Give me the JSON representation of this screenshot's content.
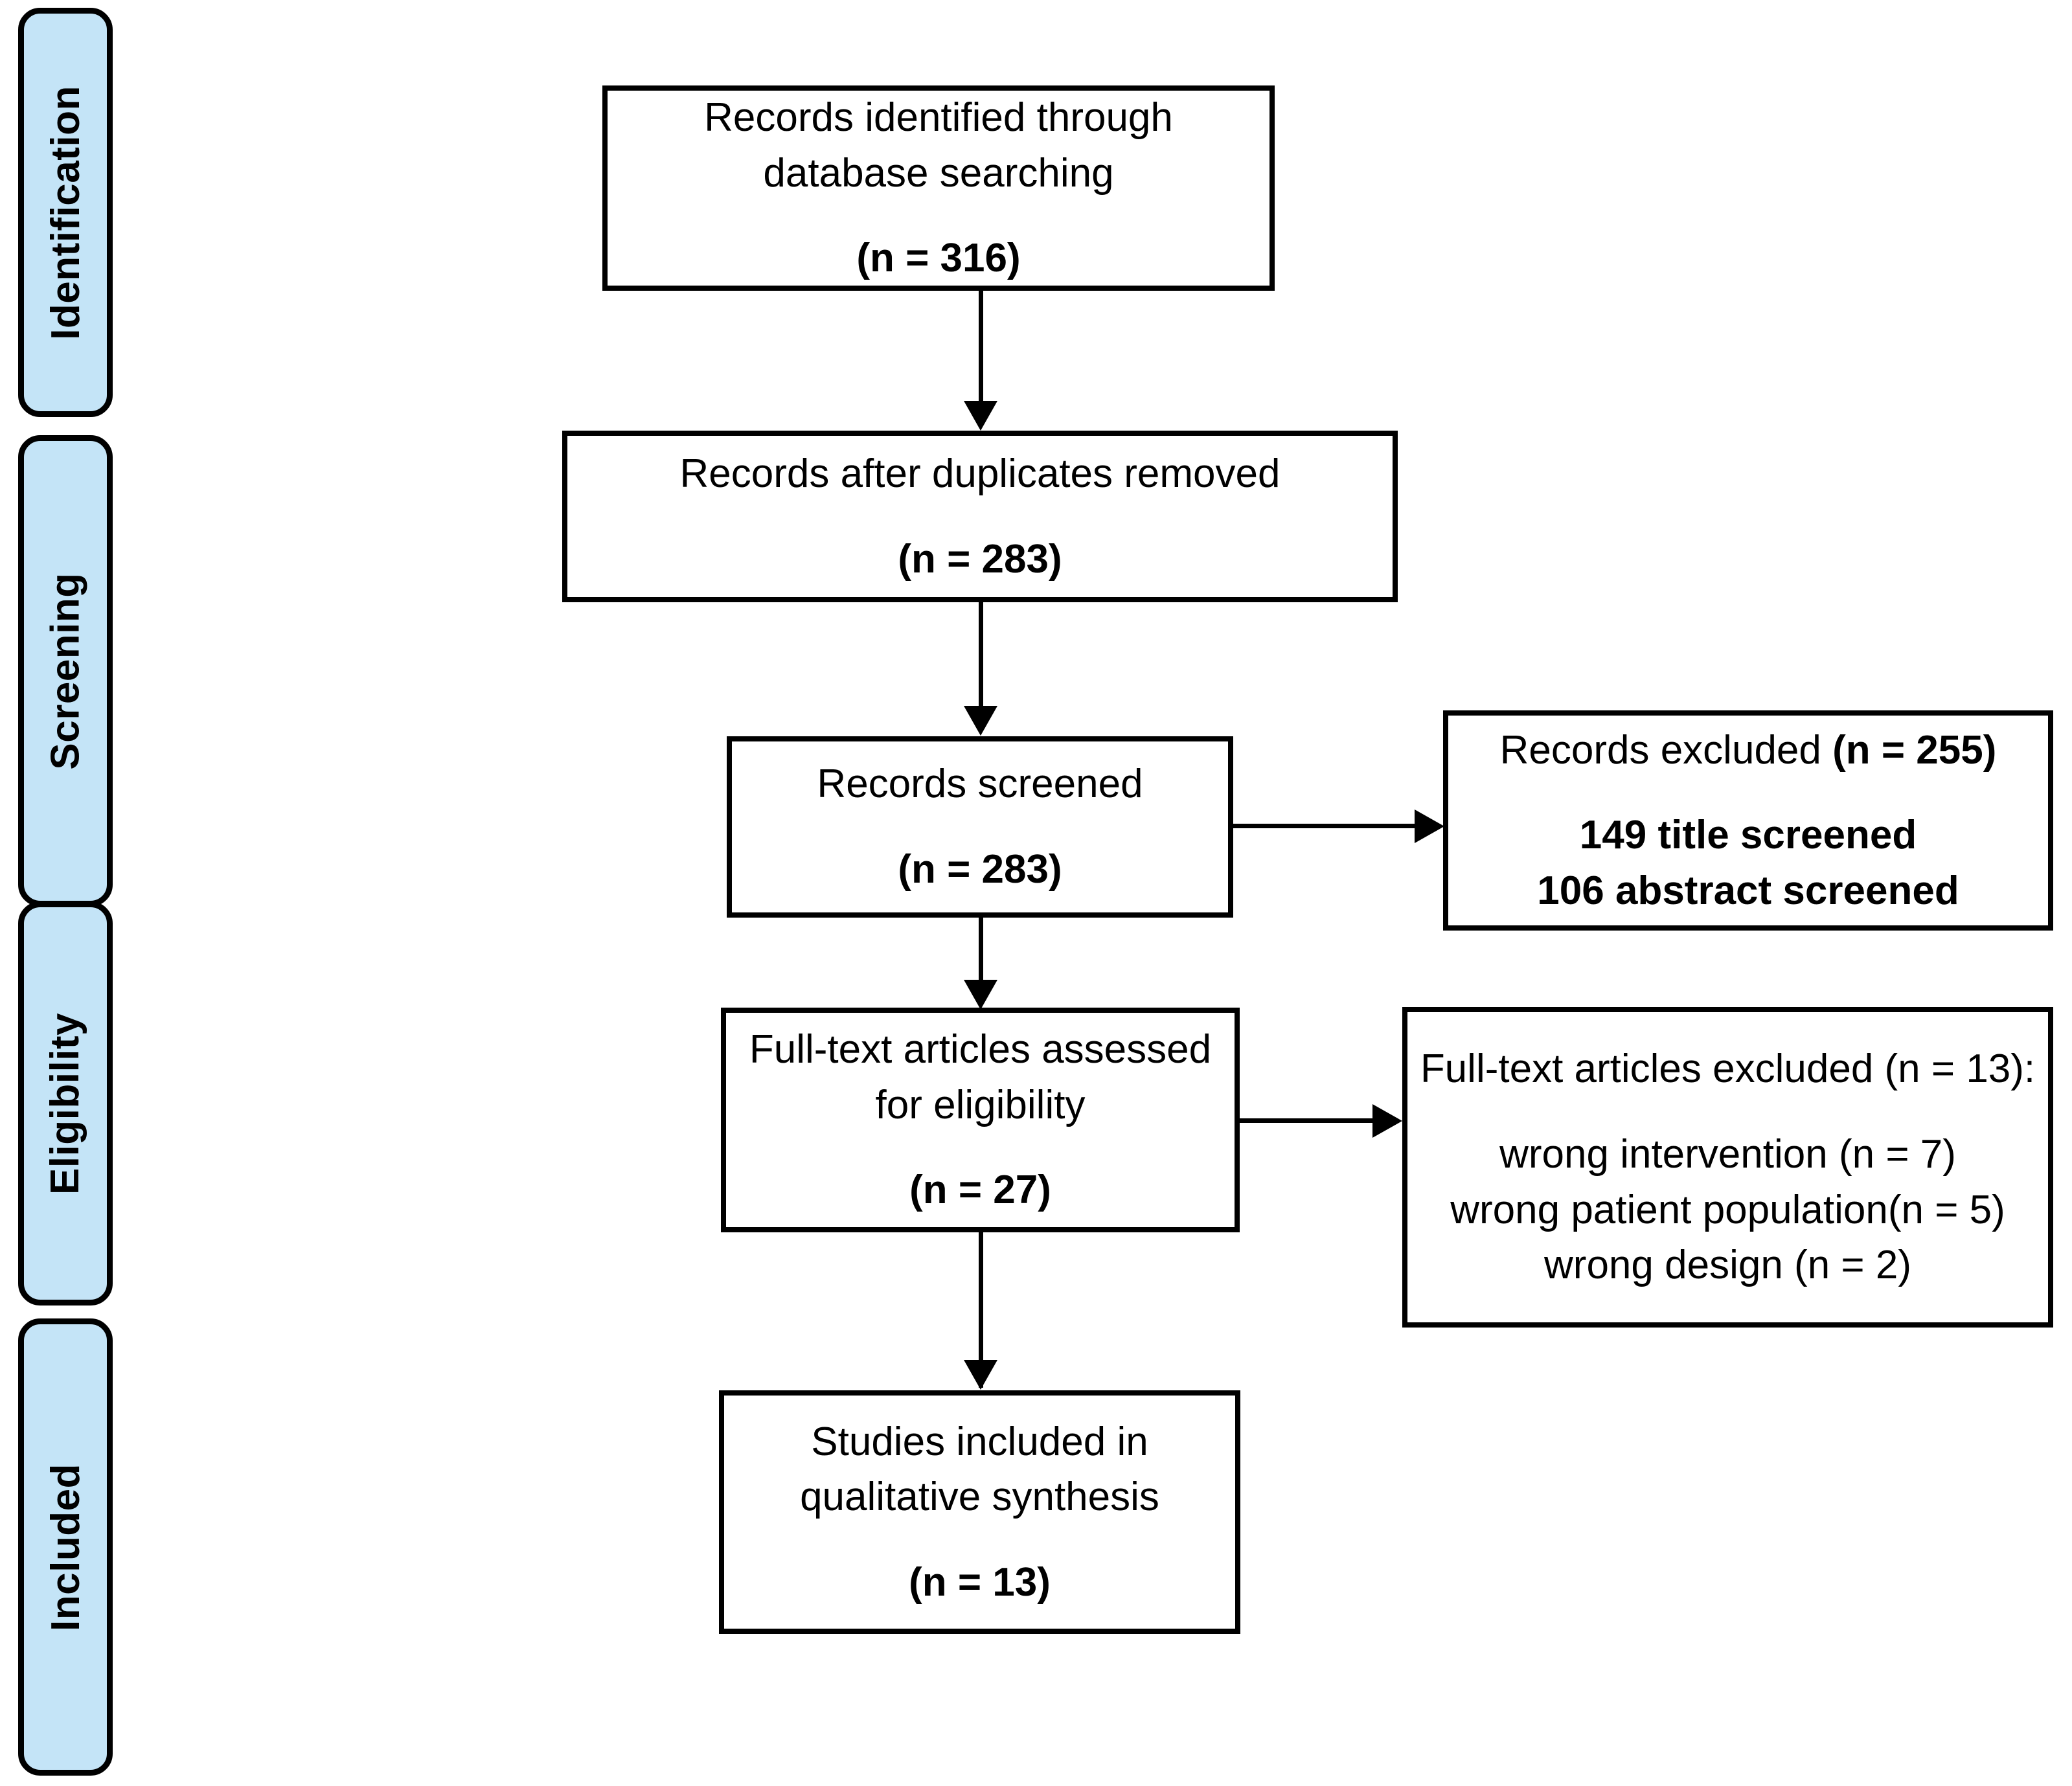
{
  "diagram": {
    "type": "prisma-flow-diagram",
    "accent_color": "#c4e4f7",
    "line_color": "#000000",
    "background": "#ffffff"
  },
  "stages": [
    {
      "label": "Identification"
    },
    {
      "label": "Screening"
    },
    {
      "label": "Eligibility"
    },
    {
      "label": "Included"
    }
  ],
  "boxes": {
    "identified": {
      "line1": "Records identified through",
      "line2": "database searching",
      "count": "(n = 316)"
    },
    "after_duplicates": {
      "line1": "Records after duplicates removed",
      "count": "(n = 283)"
    },
    "screened": {
      "line1": "Records screened",
      "count": "(n = 283)"
    },
    "records_excluded": {
      "heading": "Records excluded (n = 255)",
      "heading_main": "Records excluded ",
      "heading_count": "(n = 255)",
      "reason1": "149 title screened",
      "reason2": "106 abstract screened"
    },
    "fulltext_assessed": {
      "line1": "Full-text articles assessed",
      "line2": "for eligibility",
      "count": "(n = 27)"
    },
    "fulltext_excluded": {
      "heading": "Full-text articles excluded (n = 13):",
      "reason1": "wrong intervention (n = 7)",
      "reason2": "wrong patient population(n = 5)",
      "reason3": "wrong design (n = 2)"
    },
    "included": {
      "line1": "Studies included in",
      "line2": "qualitative synthesis",
      "count": "(n = 13)"
    }
  }
}
